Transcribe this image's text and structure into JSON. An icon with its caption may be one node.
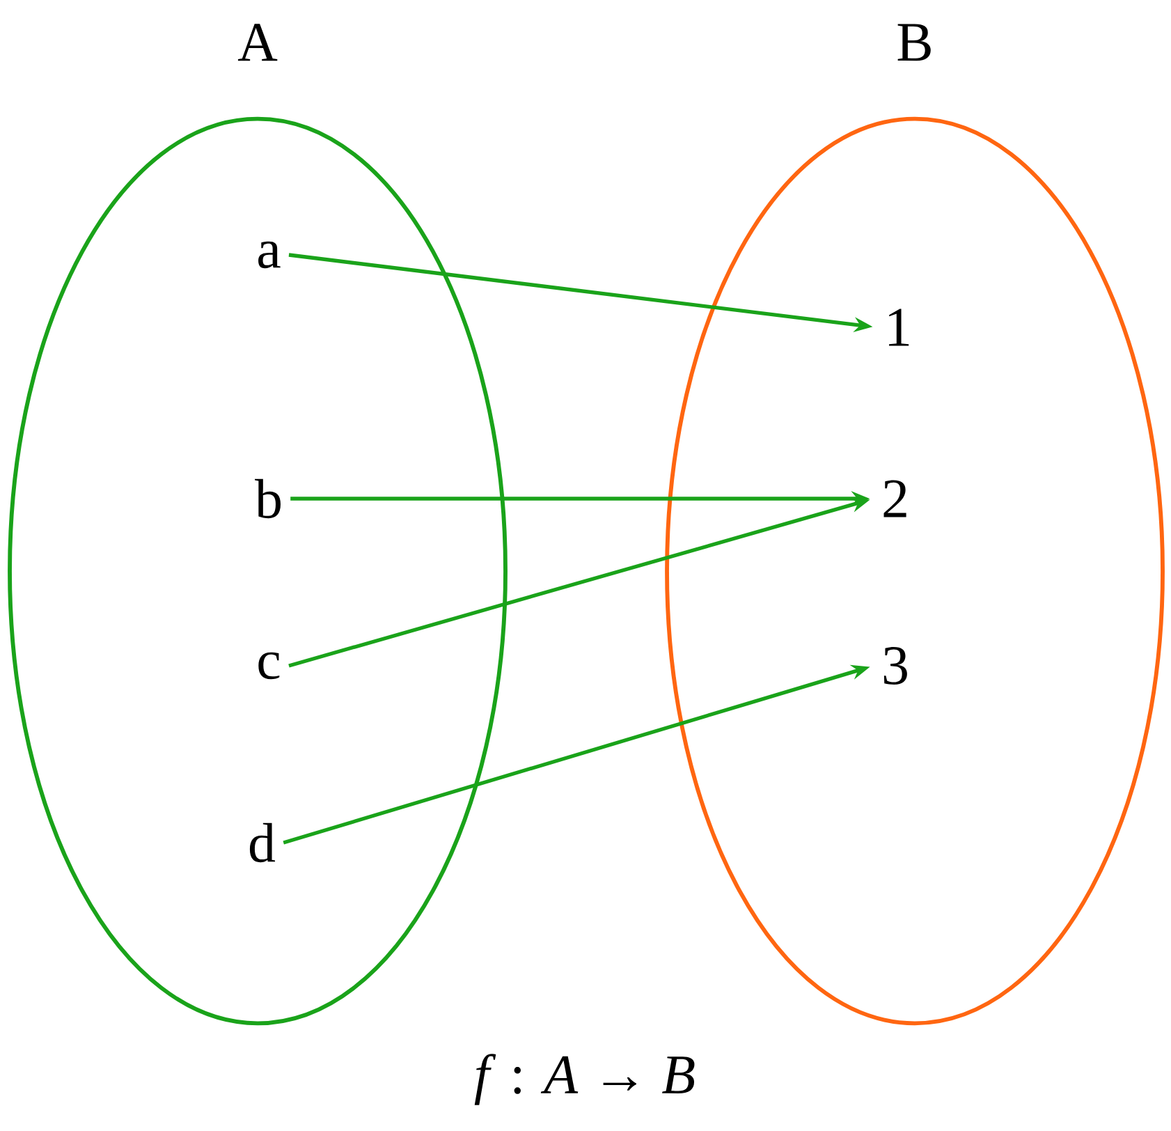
{
  "diagram": {
    "caption": "*f* : *A* → *B*",
    "nodes": [
      {
        "text": [
          "A"
        ]
      },
      {
        "text": [
          "B"
        ]
      },
      {
        "text": [
          "a"
        ],
        "in": 0
      },
      {
        "text": [
          "b"
        ],
        "in": 0
      },
      {
        "text": [
          "c"
        ],
        "in": 0
      },
      {
        "text": [
          "d"
        ],
        "in": 0
      },
      {
        "text": [
          "1"
        ],
        "in": 1
      },
      {
        "text": [
          "2"
        ],
        "in": 1
      },
      {
        "text": [
          "3"
        ],
        "in": 1
      }
    ],
    "edges": [
      {
        "from": 2,
        "to": 6,
        "arrow": "to"
      },
      {
        "from": 3,
        "to": 7,
        "arrow": "to"
      },
      {
        "from": 4,
        "to": 7,
        "arrow": "to"
      },
      {
        "from": 5,
        "to": 8,
        "arrow": "to"
      }
    ]
  }
}
